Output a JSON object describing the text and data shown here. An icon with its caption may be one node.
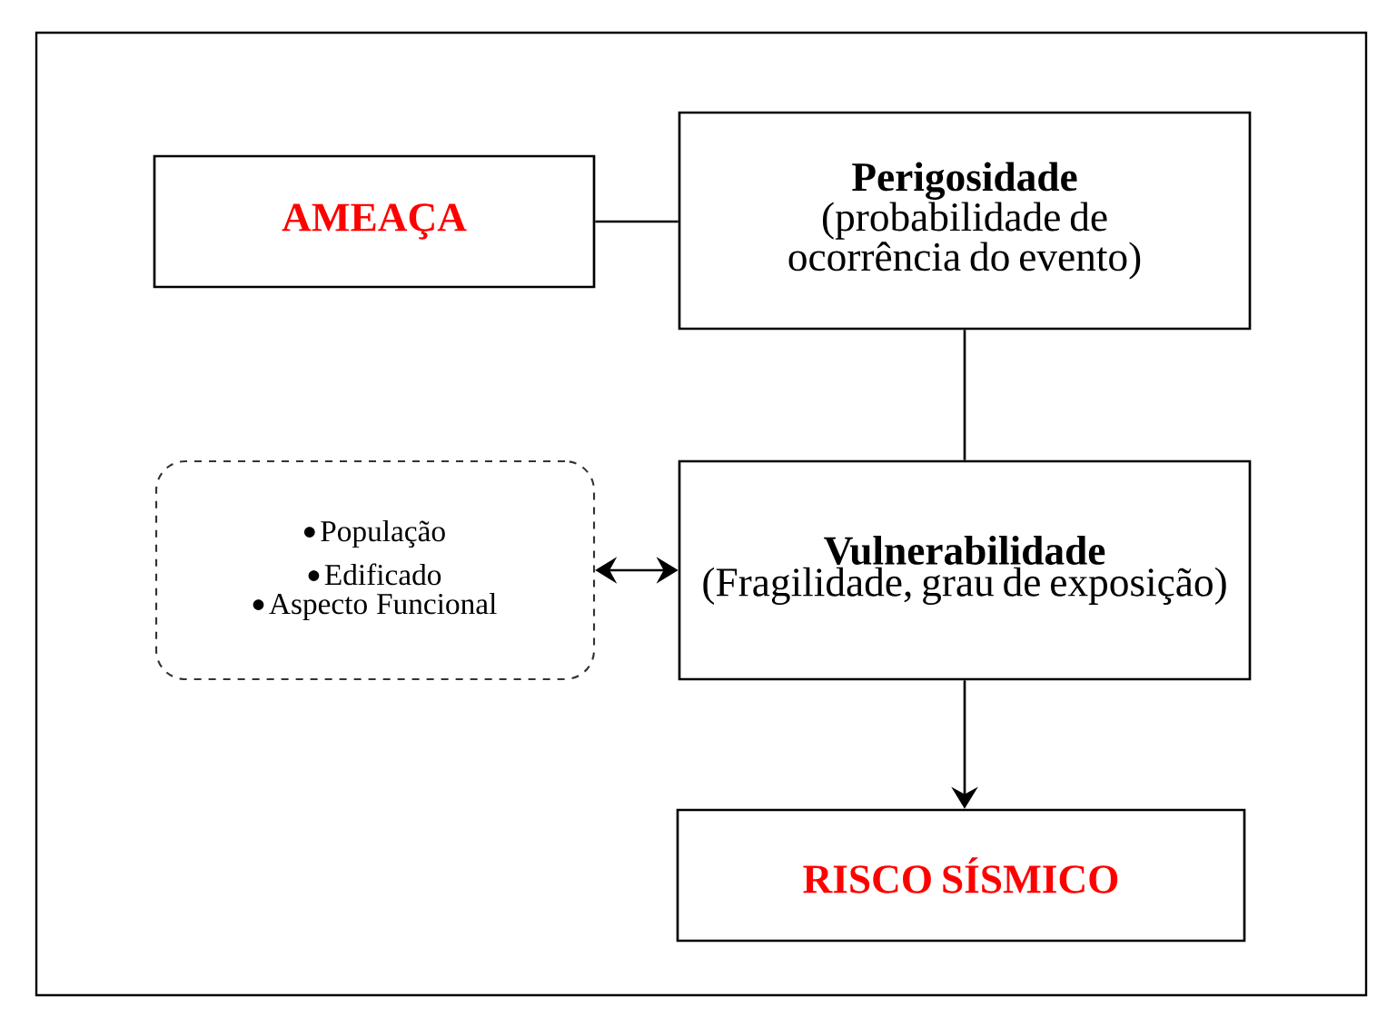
{
  "diagram": {
    "nodes": [
      {
        "text": [
          "AMEAÇA"
        ]
      },
      {
        "text": [
          "Perigosidade",
          "(probabilidade de ocorrência do evento)"
        ]
      },
      {
        "text": [
          "População",
          "Edificado",
          "Aspecto Funcional"
        ]
      },
      {
        "text": [
          "Vulnerabilidade",
          "(Fragilidade, grau de exposição)"
        ]
      },
      {
        "text": [
          "RISCO SÍSMICO"
        ]
      }
    ],
    "edges": [
      {
        "from": 0,
        "to": 1,
        "arrow": "none"
      },
      {
        "from": 1,
        "to": 3,
        "arrow": "none"
      },
      {
        "from": 2,
        "to": 3,
        "arrow": "both"
      },
      {
        "from": 3,
        "to": 4,
        "arrow": "to"
      }
    ]
  }
}
